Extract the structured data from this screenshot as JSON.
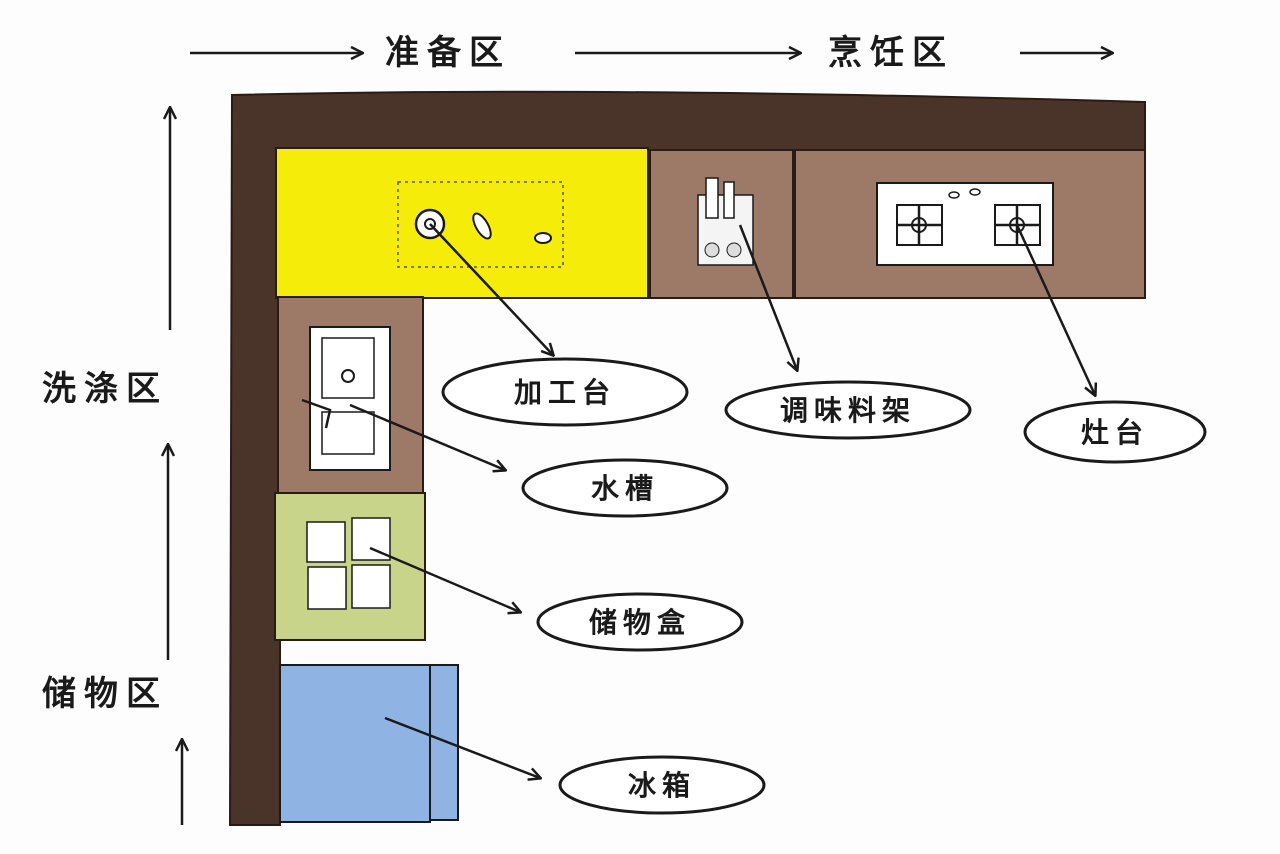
{
  "title": "厨房动线布局",
  "zones": {
    "prep": "准备区",
    "cook": "烹饪区",
    "wash": "洗涤区",
    "storage": "储物区"
  },
  "items": {
    "work_counter": "加工台",
    "spice_rack": "调味料架",
    "stove": "灶台",
    "sink": "水槽",
    "storage_box": "储物盒",
    "fridge": "冰箱"
  },
  "colors": {
    "cabinet_frame": "#4a3328",
    "work_counter": "#f5ec0a",
    "counter_brown": "#9d7a68",
    "storage_box": "#c8d48a",
    "fridge": "#8fb3e2",
    "ink": "#1a1a1a"
  }
}
